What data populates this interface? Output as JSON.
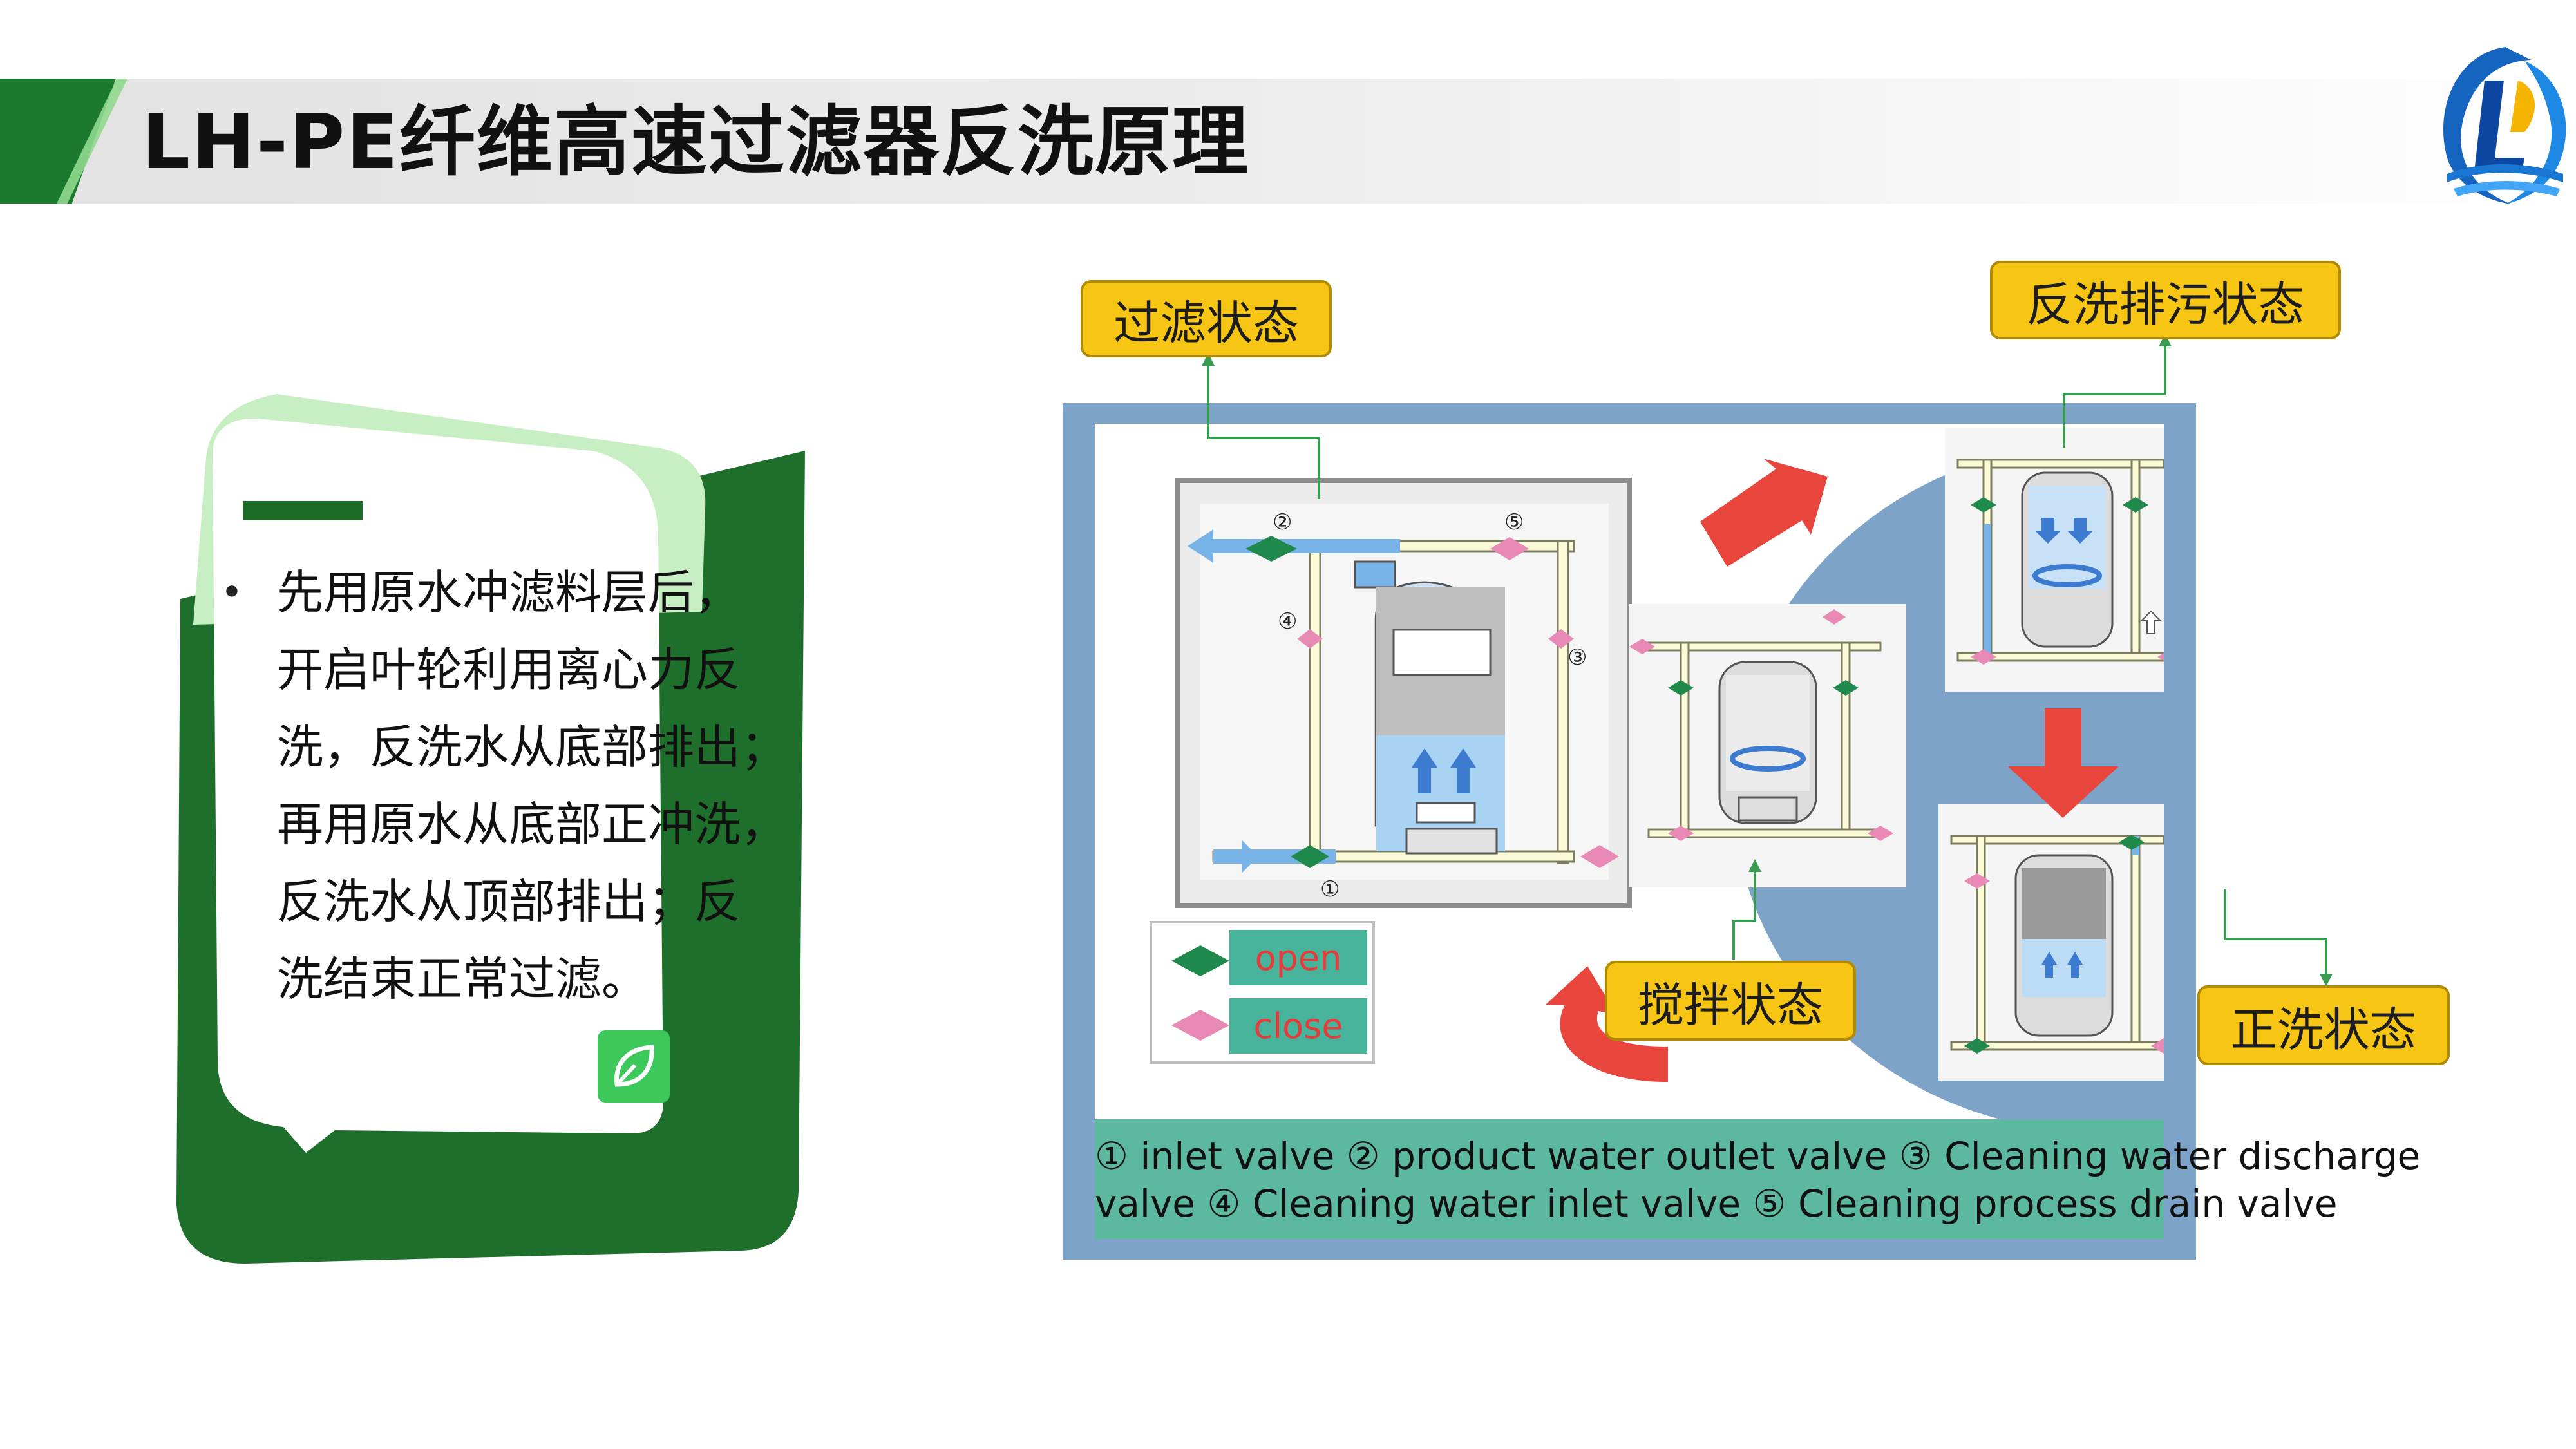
{
  "header": {
    "title": "LH-PE纤维高速过滤器反洗原理"
  },
  "logo": {
    "icon": "company-logo-icon"
  },
  "card": {
    "lines": [
      "先用原水冲滤料层后，",
      "开启叶轮利用离心力反",
      "洗，反洗水从底部排出；",
      "再用原水从底部正冲洗，",
      "反洗水从顶部排出；反",
      "洗结束正常过滤。"
    ],
    "icon": "leaf-icon",
    "colors": {
      "dark_green": "#1c6c28",
      "light_green": "#bfeabc",
      "badge": "#3cc85a"
    }
  },
  "diagram": {
    "states": {
      "filter": "过滤状态",
      "backwash_drain": "反洗排污状态",
      "stir": "搅拌状态",
      "forward_wash": "正洗状态"
    },
    "legend": {
      "open": "open",
      "close": "close"
    },
    "valve_numbers": [
      "①",
      "②",
      "③",
      "④",
      "⑤"
    ],
    "caption_line1": "① inlet valve  ② product water outlet valve   ③ Cleaning water discharge",
    "caption_line2": "valve  ④ Cleaning water inlet valve ⑤ Cleaning process drain valve",
    "colors": {
      "frame": "#7da4c8",
      "label": "#f7c614",
      "caption": "#5cb89e",
      "open_valve": "#1f8a4c",
      "close_valve": "#e889b6",
      "arrow": "#e8453c"
    }
  }
}
